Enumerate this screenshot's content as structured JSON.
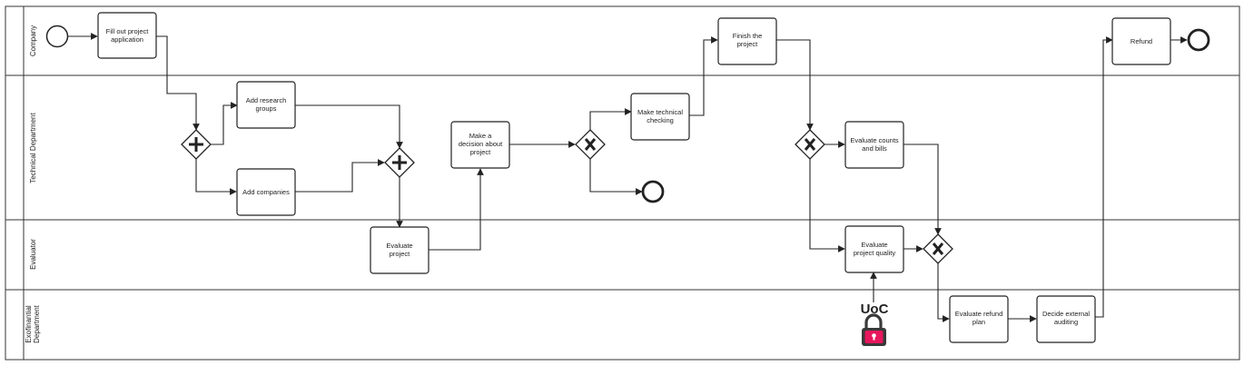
{
  "lanes": [
    {
      "id": "company",
      "label": "Company"
    },
    {
      "id": "tech",
      "label": "Technical Department"
    },
    {
      "id": "evaluator",
      "label": "Evaluator"
    },
    {
      "id": "exfin",
      "label_lines": [
        "Exofinantial",
        "Department"
      ]
    }
  ],
  "tasks": {
    "fill_out": [
      "Fill out project",
      "application"
    ],
    "add_research": [
      "Add research",
      "groups"
    ],
    "add_companies": [
      "Add companies"
    ],
    "make_decision": [
      "Make a",
      "decision about",
      "project"
    ],
    "make_technical": [
      "Make technical",
      "checking"
    ],
    "finish_project": [
      "Finish the",
      "project"
    ],
    "evaluate_project": [
      "Evaluate",
      "project"
    ],
    "evaluate_counts": [
      "Evaluate counts",
      "and bills"
    ],
    "evaluate_quality": [
      "Evaluate",
      "project quality"
    ],
    "evaluate_refund": [
      "Evaluate refund",
      "plan"
    ],
    "decide_external": [
      "Decide external",
      "auditing"
    ],
    "refund": [
      "Refund"
    ]
  },
  "gateways": {
    "parallel_split": "parallel",
    "parallel_join": "parallel",
    "decision": "exclusive",
    "finish_split": "exclusive",
    "quality_join": "exclusive"
  },
  "annotation": {
    "label": "UoC",
    "icon": "padlock-icon",
    "accent_color": "#e8175d"
  },
  "colors": {
    "stroke": "#222222",
    "background": "#ffffff"
  }
}
